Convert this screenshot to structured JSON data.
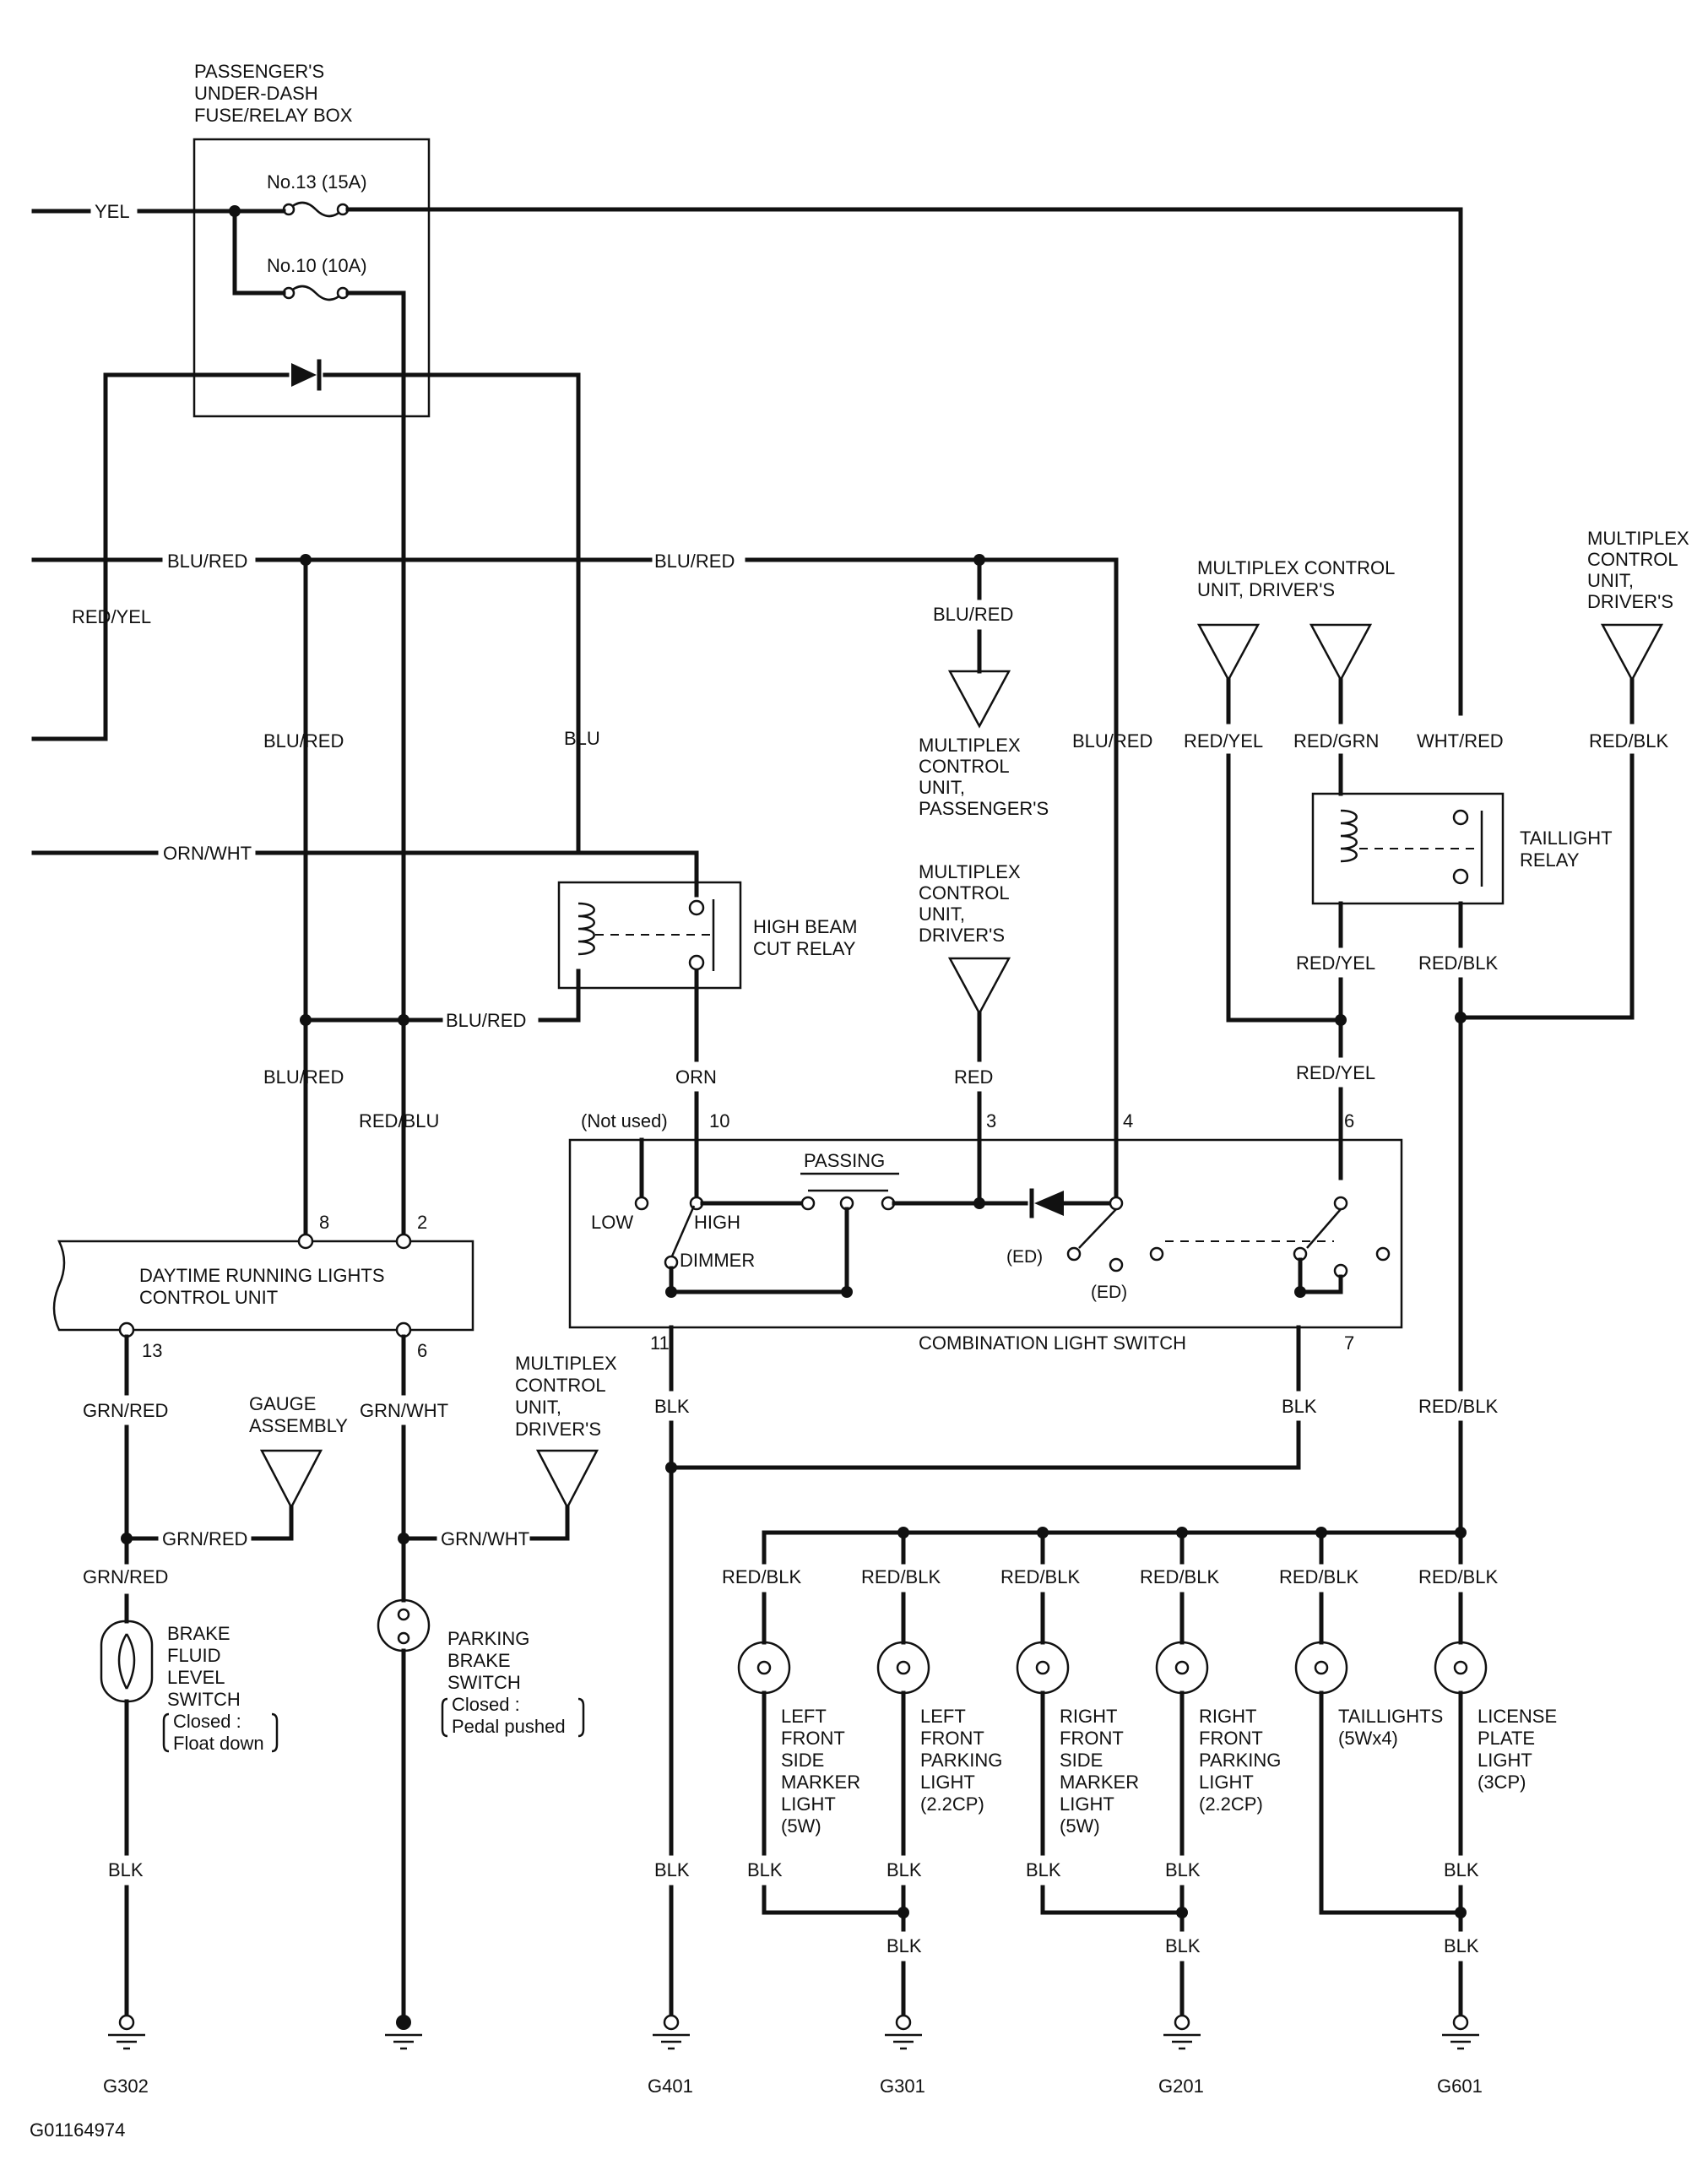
{
  "diagram": {
    "fuse_box": {
      "title": [
        "PASSENGER'S",
        "UNDER-DASH",
        "FUSE/RELAY BOX"
      ],
      "fuse13": "No.13 (15A)",
      "fuse10": "No.10 (10A)"
    },
    "wires": {
      "yel": "YEL",
      "blu_red": "BLU/RED",
      "red_yel": "RED/YEL",
      "blu": "BLU",
      "orn_wht": "ORN/WHT",
      "red_blu": "RED/BLU",
      "orn": "ORN",
      "red": "RED",
      "red_grn": "RED/GRN",
      "wht_red": "WHT/RED",
      "red_blk": "RED/BLK",
      "grn_red": "GRN/RED",
      "grn_wht": "GRN/WHT",
      "blk": "BLK"
    },
    "high_beam_relay": [
      "HIGH BEAM",
      "CUT RELAY"
    ],
    "taillight_relay": [
      "TAILLIGHT",
      "RELAY"
    ],
    "mcu_passenger": [
      "MULTIPLEX",
      "CONTROL",
      "UNIT,",
      "PASSENGER'S"
    ],
    "mcu_driver_red": [
      "MULTIPLEX",
      "CONTROL",
      "UNIT,",
      "DRIVER'S"
    ],
    "mcu_driver_pair": [
      "MULTIPLEX CONTROL",
      "UNIT, DRIVER'S"
    ],
    "mcu_driver_right": [
      "MULTIPLEX",
      "CONTROL",
      "UNIT,",
      "DRIVER'S"
    ],
    "mcu_driver_left": [
      "MULTIPLEX",
      "CONTROL",
      "UNIT,",
      "DRIVER'S"
    ],
    "drl_unit": [
      "DAYTIME RUNNING LIGHTS",
      "CONTROL UNIT"
    ],
    "gauge": [
      "GAUGE",
      "ASSEMBLY"
    ],
    "combo_switch": {
      "title": "COMBINATION LIGHT SWITCH",
      "not_used": "(Not used)",
      "passing": "PASSING",
      "low": "LOW",
      "high": "HIGH",
      "dimmer": "DIMMER",
      "pos_park": "(ED)",
      "pos_head": "(ED)"
    },
    "pins": {
      "p10": "10",
      "p3": "3",
      "p4": "4",
      "p6": "6",
      "p8": "8",
      "p2": "2",
      "p13": "13",
      "p6b": "6",
      "p11": "11",
      "p7": "7"
    },
    "brake_fluid": [
      "BRAKE",
      "FLUID",
      "LEVEL",
      "SWITCH"
    ],
    "brake_fluid_note": [
      "Closed :",
      "Float down"
    ],
    "parking_brake": [
      "PARKING",
      "BRAKE",
      "SWITCH"
    ],
    "parking_brake_note": [
      "Closed :",
      "Pedal pushed"
    ],
    "lamps": [
      [
        "LEFT",
        "FRONT",
        "SIDE",
        "MARKER",
        "LIGHT",
        "(5W)"
      ],
      [
        "LEFT",
        "FRONT",
        "PARKING",
        "LIGHT",
        "(2.2CP)"
      ],
      [
        "RIGHT",
        "FRONT",
        "SIDE",
        "MARKER",
        "LIGHT",
        "(5W)"
      ],
      [
        "RIGHT",
        "FRONT",
        "PARKING",
        "LIGHT",
        "(2.2CP)"
      ],
      [
        "TAILLIGHTS",
        "(5Wx4)"
      ],
      [
        "LICENSE",
        "PLATE",
        "LIGHT",
        "(3CP)"
      ]
    ],
    "grounds": [
      "G302",
      "G401",
      "G301",
      "G201",
      "G601"
    ],
    "figure_id": "G01164974"
  }
}
